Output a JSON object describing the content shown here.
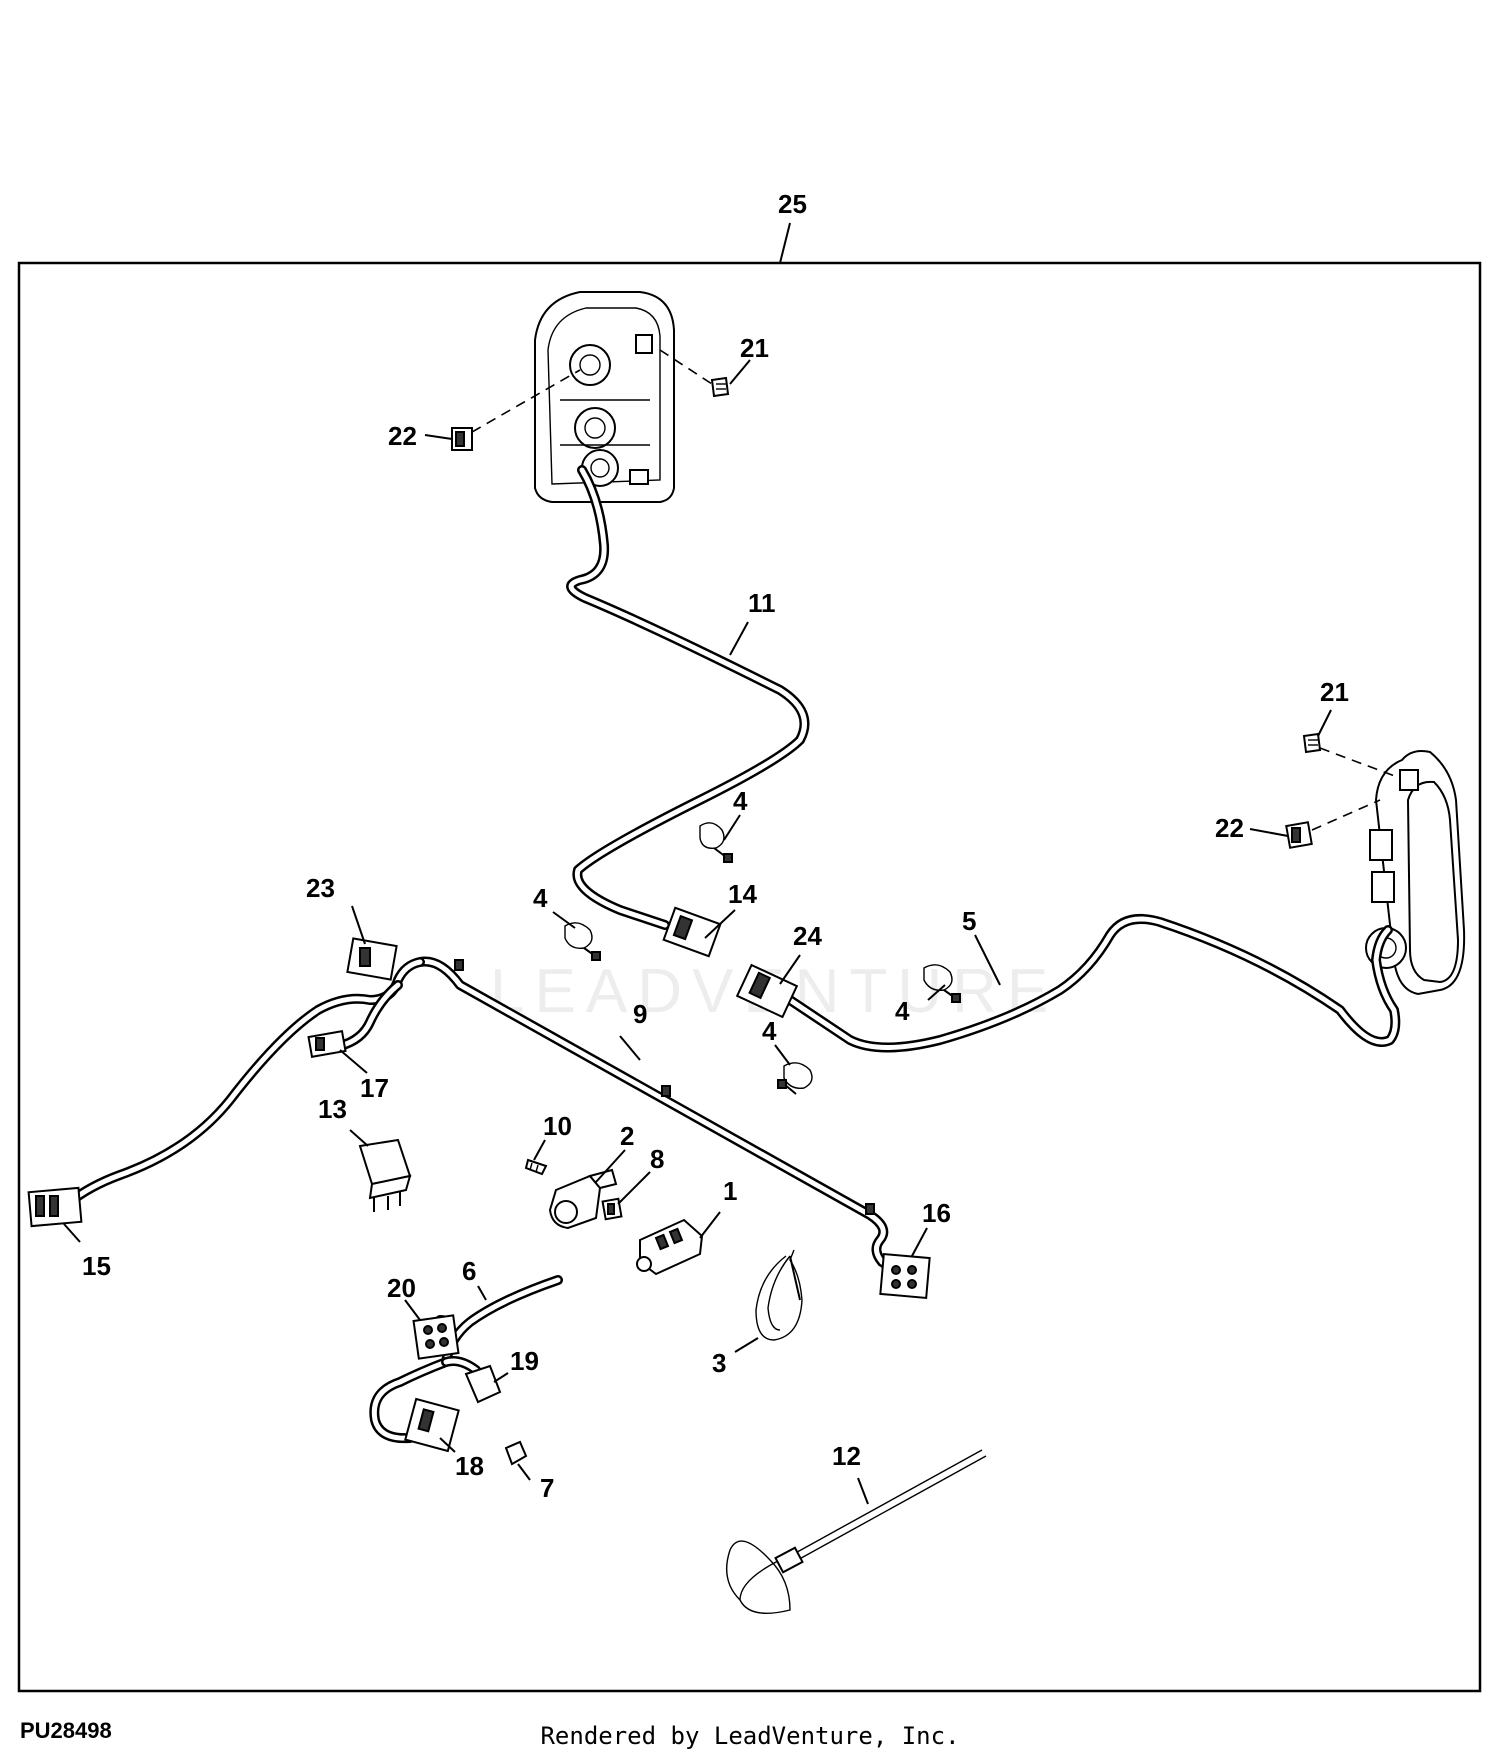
{
  "figure_id": "PU28498",
  "render_credit": "Rendered by LeadVenture, Inc.",
  "watermark": "LEADVENTURE",
  "callouts": {
    "c1": "1",
    "c2": "2",
    "c3": "3",
    "c4a": "4",
    "c4b": "4",
    "c4c": "4",
    "c4d": "4",
    "c5": "5",
    "c6": "6",
    "c7": "7",
    "c8": "8",
    "c9": "9",
    "c10": "10",
    "c11": "11",
    "c12": "12",
    "c13": "13",
    "c14": "14",
    "c15": "15",
    "c16": "16",
    "c17": "17",
    "c18": "18",
    "c19": "19",
    "c20": "20",
    "c21a": "21",
    "c21b": "21",
    "c22a": "22",
    "c22b": "22",
    "c23": "23",
    "c24": "24",
    "c25": "25"
  }
}
